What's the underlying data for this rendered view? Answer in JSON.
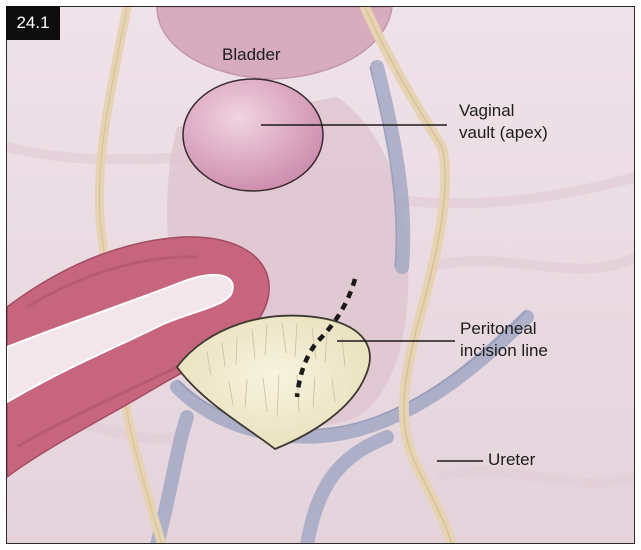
{
  "figure": {
    "number": "24.1",
    "labels": {
      "bladder": "Bladder",
      "vaginal_vault": [
        "Vaginal",
        "vault (apex)"
      ],
      "peritoneal_incision": [
        "Peritoneal",
        "incision line"
      ],
      "ureter": "Ureter"
    }
  },
  "colors": {
    "background": "#ebdde3",
    "tissue": "#dcc0cc",
    "vault": "#d6a2bb",
    "bowel": "#c7657f",
    "ureter": "#e6d3b2",
    "vessel": "#a3a9c4",
    "peritoneum": "#f1ecd2",
    "frame": "#2a2a2a"
  }
}
